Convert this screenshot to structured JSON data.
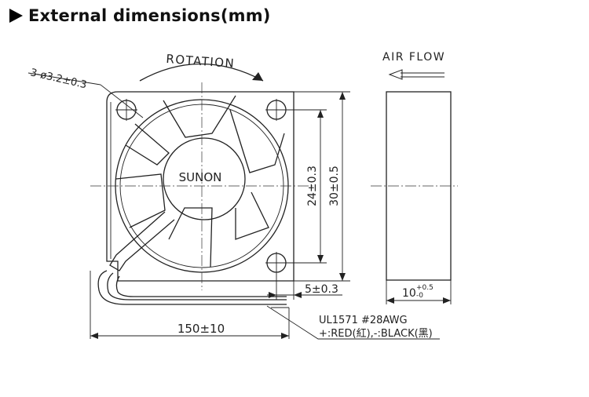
{
  "title": "External dimensions(mm)",
  "labels": {
    "rotation": "ROTATION",
    "air_flow": "AIR FLOW",
    "hub_brand": "SUNON",
    "hole_spec": "3-ø3.2±0.3",
    "dim_inner_height": "24±0.3",
    "dim_outer_height": "30±0.5",
    "dim_flange": "5±0.3",
    "dim_thickness_base": "10",
    "dim_thickness_tol_upper": "+0.5",
    "dim_thickness_tol_lower": "-0",
    "dim_lead_length": "150±10",
    "wire_spec_line1": "UL1571 #28AWG",
    "wire_spec_line2": "+:RED(紅),-:BLACK(黑)"
  }
}
